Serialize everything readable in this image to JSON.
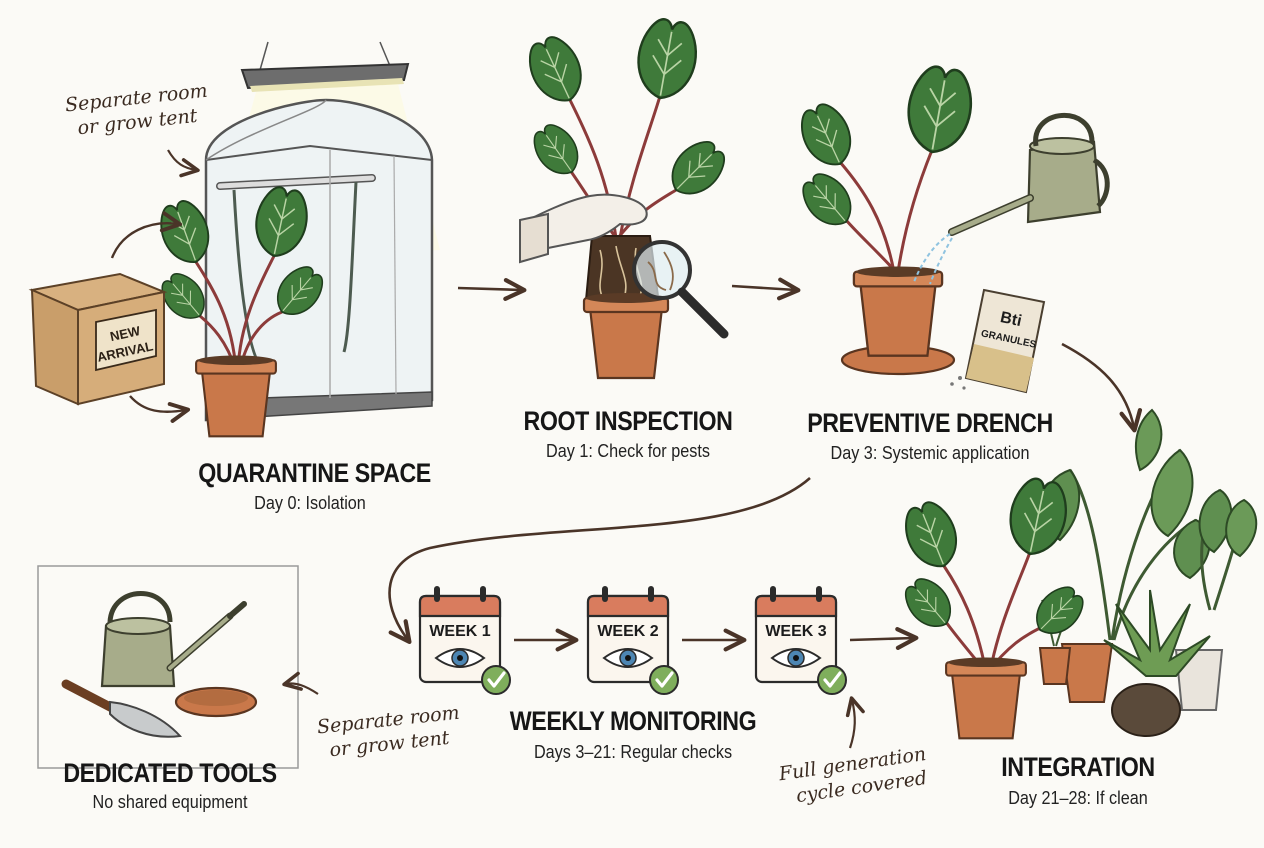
{
  "stages": {
    "quarantine": {
      "title": "QUARANTINE SPACE",
      "subtitle": "Day 0: Isolation"
    },
    "root": {
      "title": "ROOT INSPECTION",
      "subtitle": "Day 1: Check for pests"
    },
    "drench": {
      "title": "PREVENTIVE DRENCH",
      "subtitle": "Day 3: Systemic application"
    },
    "monitoring": {
      "title": "WEEKLY MONITORING",
      "subtitle": "Days 3–21: Regular checks"
    },
    "integration": {
      "title": "INTEGRATION",
      "subtitle": "Day 21–28: If clean"
    },
    "tools": {
      "title": "DEDICATED TOOLS",
      "subtitle": "No shared equipment"
    }
  },
  "notes": {
    "tent_top": [
      "Separate room",
      "or grow tent"
    ],
    "tools_note": [
      "Separate room",
      "or grow tent"
    ],
    "cycle_note": [
      "Full generation",
      "cycle covered"
    ]
  },
  "box_label": [
    "NEW",
    "ARRIVAL"
  ],
  "packet_label": [
    "Bti",
    "GRANULES"
  ],
  "weeks": [
    "WEEK 1",
    "WEEK 2",
    "WEEK 3"
  ],
  "colors": {
    "pot": "#c9784a",
    "leaf": "#3f7a3a",
    "arrow": "#4a3428",
    "calendar_top": "#d97c5e",
    "check": "#7fae5c"
  },
  "icons": [
    "grow-light-icon",
    "grow-tent-icon",
    "cardboard-box-icon",
    "magnifier-icon",
    "watering-can-icon",
    "granules-packet-icon",
    "calendar-icon",
    "eye-icon",
    "check-icon",
    "trowel-icon",
    "saucer-icon"
  ]
}
